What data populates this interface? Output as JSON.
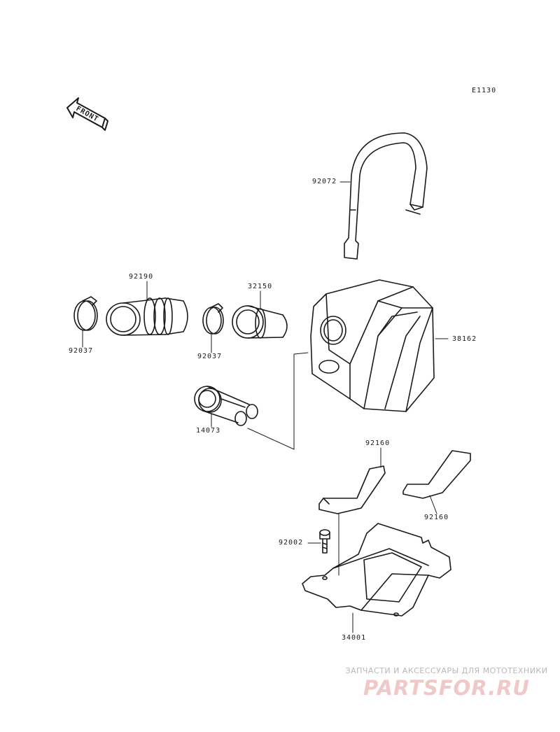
{
  "diagram": {
    "code": "E1130",
    "front_label": "FRONT",
    "parts": {
      "p92072": "92072",
      "p92190": "92190",
      "p32150": "32150",
      "p38162": "38162",
      "p92037_left": "92037",
      "p92037_mid": "92037",
      "p14073": "14073",
      "p92160_top": "92160",
      "p92160_right": "92160",
      "p92002": "92002",
      "p34001": "34001"
    }
  },
  "watermark": {
    "tagline": "ЗАПЧАСТИ И АКСЕССУАРЫ ДЛЯ МОТОТЕХНИКИ",
    "logo": "PARTSFOR.RU",
    "colors": {
      "tagline": "#b8b8b8",
      "logo": "#f0c8c8"
    }
  },
  "colors": {
    "line": "#1a1a1a",
    "background": "#ffffff"
  }
}
